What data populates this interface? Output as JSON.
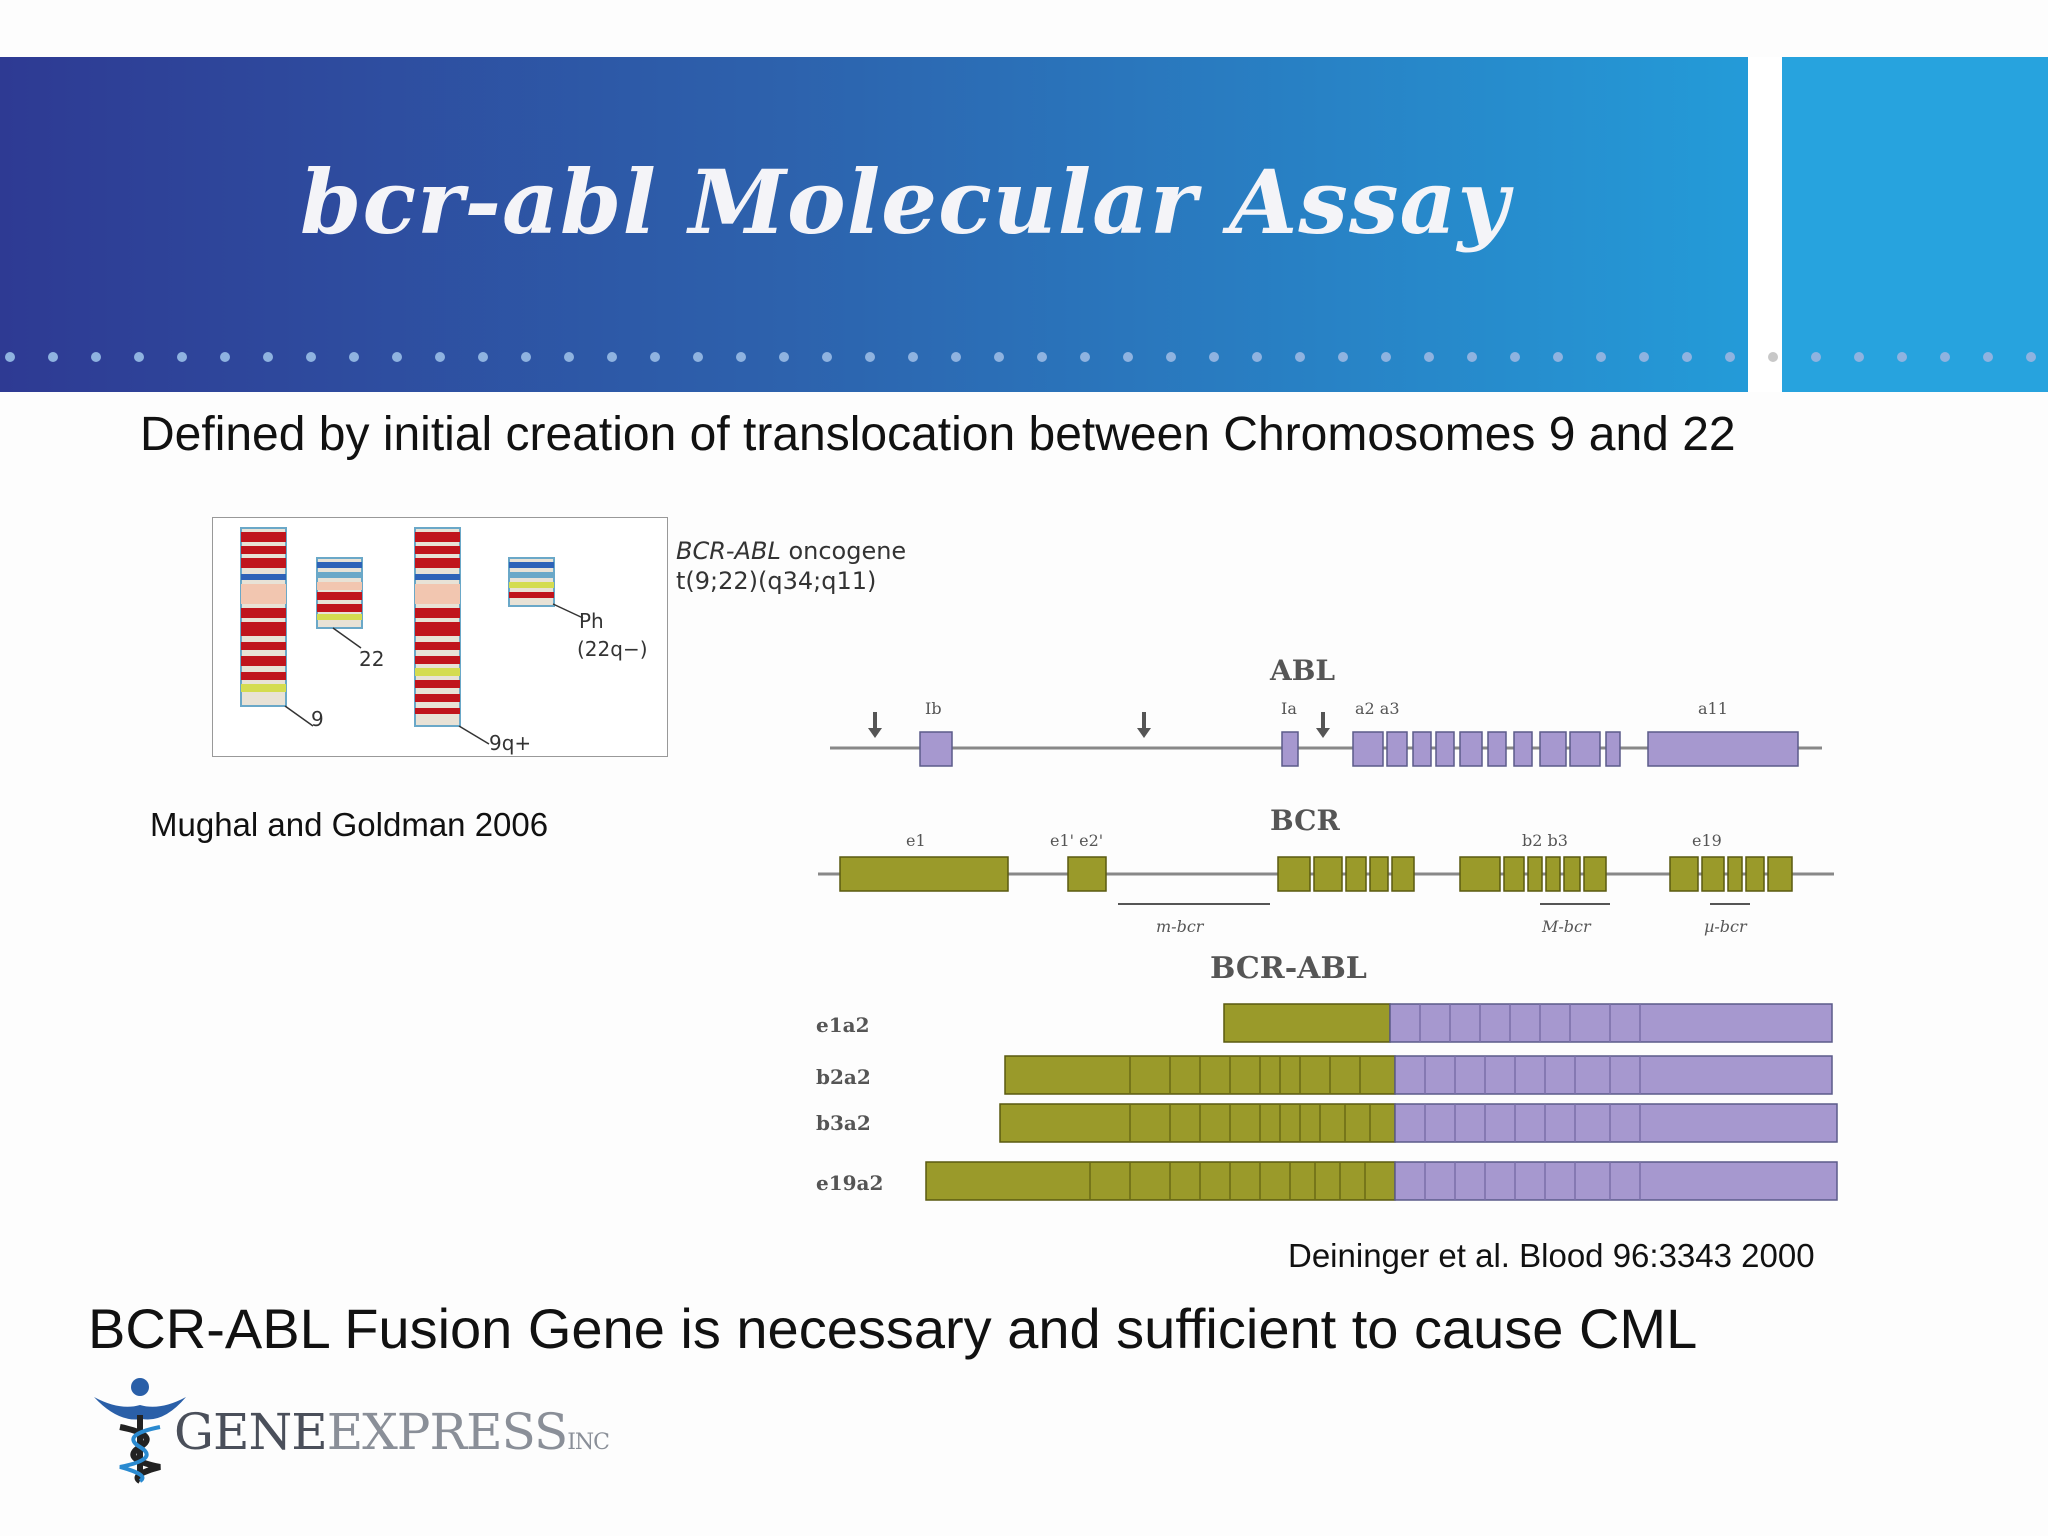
{
  "slide": {
    "title": "bcr-abl Molecular Assay",
    "subtitle": "Defined by initial creation of translocation between Chromosomes 9 and 22",
    "bottom_statement": "BCR-ABL Fusion Gene is necessary and sufficient to cause CML",
    "citation_left": "Mughal and Goldman 2006",
    "citation_right": "Deininger et al.  Blood 96:3343 2000"
  },
  "chromosome_figure": {
    "oncogene_name": "BCR-ABL",
    "oncogene_word": " oncogene",
    "translocation": "t(9;22)(q34;q11)",
    "labels": {
      "chr9": "9",
      "chr22": "22",
      "chr9q": "9q+",
      "ph": "Ph",
      "ph_note": "(22q−)"
    }
  },
  "gene_diagram": {
    "abl_title": "ABL",
    "bcr_title": "BCR",
    "fusion_title": "BCR-ABL",
    "abl_exon_labels": {
      "ib": "Ib",
      "ia": "Ia",
      "a2a3": "a2 a3",
      "a11": "a11"
    },
    "bcr_exon_labels": {
      "e1": "e1",
      "e1p_e2p": "e1' e2'",
      "b2b3": "b2  b3",
      "e19": "e19"
    },
    "bcr_regions": {
      "m_bcr": "m-bcr",
      "M_bcr": "M-bcr",
      "mu_bcr": "µ-bcr"
    },
    "transcripts": [
      "e1a2",
      "b2a2",
      "b3a2",
      "e19a2"
    ],
    "colors": {
      "bcr": "#9a9a2a",
      "abl": "#a698cf",
      "line": "#777777"
    }
  },
  "logo": {
    "gene": "GENE",
    "express": "EXPRESS",
    "inc": "INC"
  }
}
